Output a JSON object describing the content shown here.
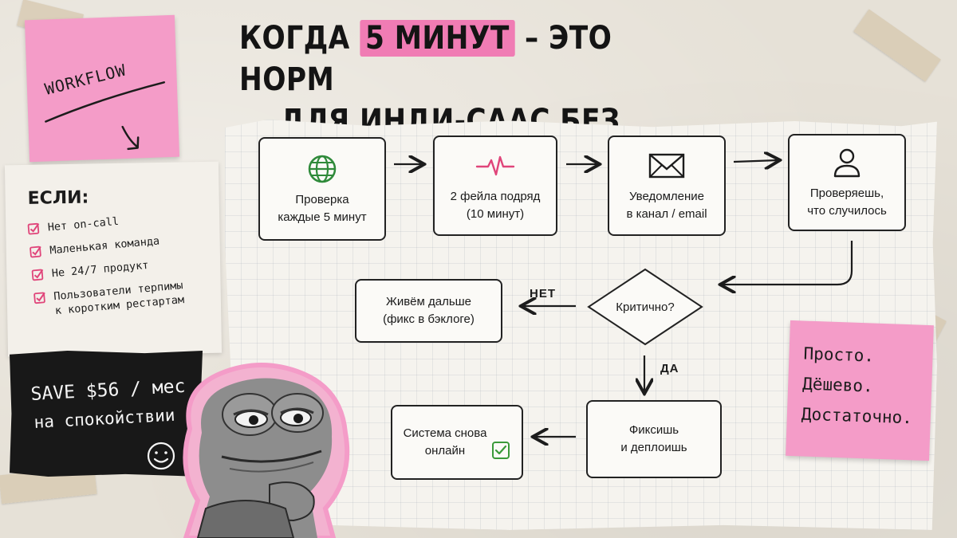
{
  "title": {
    "part1": "КОГДА",
    "highlight": "5 МИНУТ",
    "part2": "– ЭТО НОРМ",
    "line2": "ДЛЯ ИНДИ-СААС БЕЗ ON-CALL"
  },
  "workflow_note": {
    "label": "WORKFLOW"
  },
  "conditions": {
    "title": "ЕСЛИ:",
    "items": [
      "Нет on-call",
      "Маленькая команда",
      "Не 24/7 продукт",
      "Пользователи терпимы\nк коротким рестартам"
    ]
  },
  "save_card": {
    "line1": "SAVE $56 / мес",
    "line2": "на спокойствии"
  },
  "sticky_right": {
    "lines": [
      "Просто.",
      "Дёшево.",
      "Достаточно."
    ]
  },
  "flow": {
    "steps": [
      {
        "label": "Проверка\nкаждые 5 минут",
        "icon": "globe-icon"
      },
      {
        "label": "2 фейла подряд\n(10 минут)",
        "icon": "pulse-icon"
      },
      {
        "label": "Уведомление\nв канал / email",
        "icon": "envelope-icon"
      },
      {
        "label": "Проверяешь,\nчто случилось",
        "icon": "user-icon"
      }
    ],
    "decision": "Критично?",
    "no_label": "НЕТ",
    "yes_label": "ДА",
    "no_box": "Живём дальше\n(фикс в бэклоге)",
    "fix_box": "Фиксишь\nи деплоишь",
    "online_box": "Система снова\nонлайн"
  },
  "colors": {
    "accent_pink": "#f07cb4",
    "sticky_pink": "#f49cc8",
    "globe_green": "#2f8a3a",
    "pulse_red": "#e0457a",
    "check_green": "#3a9a3a"
  }
}
